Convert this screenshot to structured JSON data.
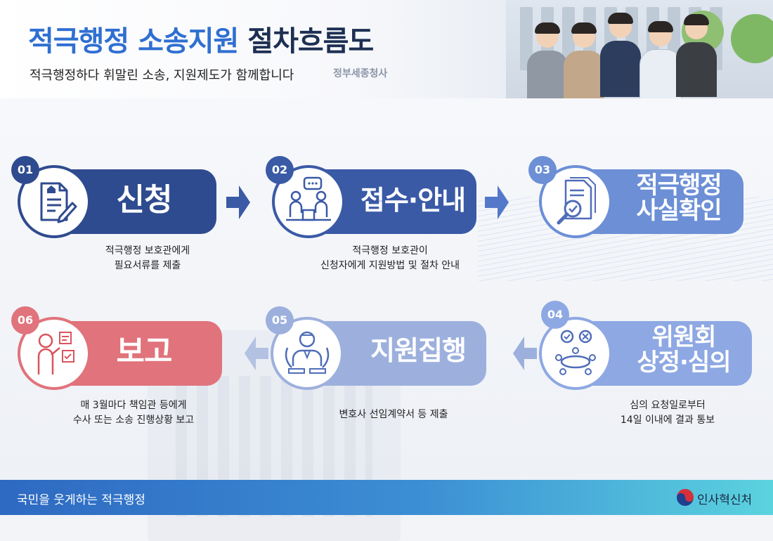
{
  "header": {
    "title_part1": "적극행정 소송지원",
    "title_part2": "절차흐름도",
    "subtitle": "적극행정하다 휘말린 소송, 지원제도가 함께합니다",
    "background_sign": "정부세종청사"
  },
  "steps": [
    {
      "num": "01",
      "title": "신청",
      "desc": [
        "적극행정 보호관에게",
        "필요서류를 제출"
      ],
      "icon": "document-pen-icon",
      "color": "#2f4b8f"
    },
    {
      "num": "02",
      "title": "접수·안내",
      "desc": [
        "적극행정 보호관이",
        "신청자에게 지원방법 및 절차 안내"
      ],
      "icon": "consultation-icon",
      "color": "#3a5aa6"
    },
    {
      "num": "03",
      "title_lines": [
        "적극행정",
        "사실확인"
      ],
      "desc": [],
      "icon": "document-magnifier-icon",
      "color": "#6c8fd6"
    },
    {
      "num": "04",
      "title_lines": [
        "위원회",
        "상정·심의"
      ],
      "desc": [
        "심의 요청일로부터",
        "14일 이내에 결과 통보"
      ],
      "icon": "committee-icon",
      "color": "#8ea8e3"
    },
    {
      "num": "05",
      "title": "지원집행",
      "desc": [
        "변호사 선임계약서 등 제출"
      ],
      "icon": "lawyer-icon",
      "color": "#9db0dd"
    },
    {
      "num": "06",
      "title": "보고",
      "desc": [
        "매 3월마다 책임관 등에게",
        "수사 또는 소송 진행상황 보고"
      ],
      "icon": "report-person-icon",
      "color": "#e0737b"
    }
  ],
  "footer": {
    "slogan": "국민을 웃게하는 적극행정",
    "org": "인사혁신처",
    "org_icon": "taegeuk-icon"
  }
}
